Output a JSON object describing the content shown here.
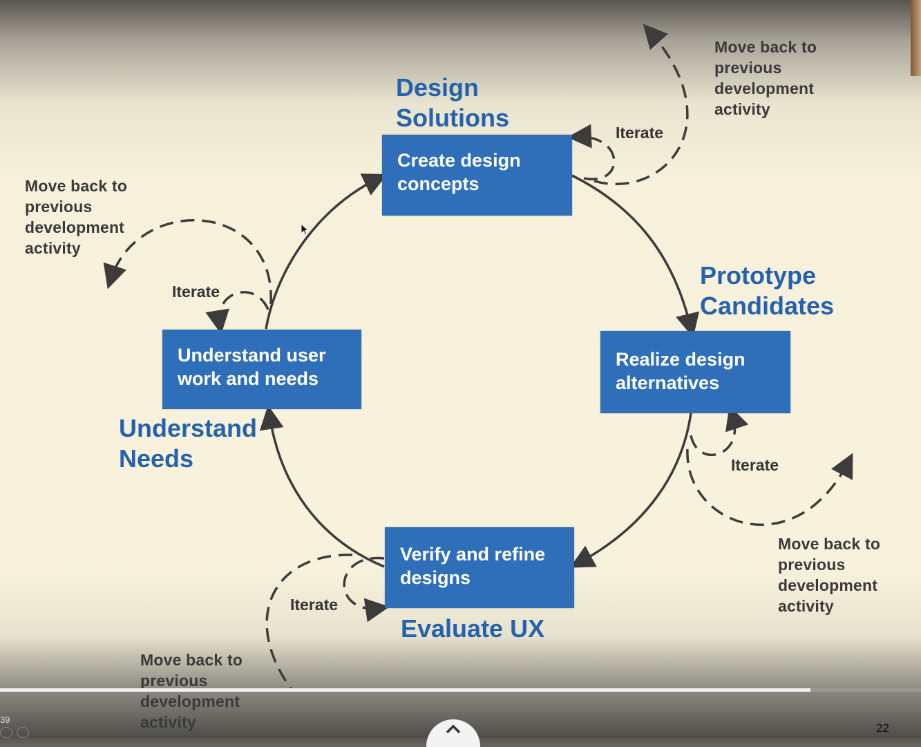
{
  "stages": {
    "design": "Design Solutions",
    "design_l1": "Design",
    "design_l2": "Solutions",
    "prototype_l1": "Prototype",
    "prototype_l2": "Candidates",
    "understand_l1": "Understand",
    "understand_l2": "Needs",
    "evaluate": "Evaluate UX"
  },
  "boxes": {
    "create_l1": "Create design",
    "create_l2": "concepts",
    "realize_l1": "Realize design",
    "realize_l2": "alternatives",
    "verify_l1": "Verify and refine",
    "verify_l2": "designs",
    "understand_l1": "Understand user",
    "understand_l2": "work and needs"
  },
  "iterate_label": "Iterate",
  "move_back": {
    "l1": "Move back to",
    "l2": "previous",
    "l3": "development",
    "l4": "activity"
  },
  "player": {
    "time_fragment": "39",
    "page_number": "22",
    "progress": 0.88
  },
  "colors": {
    "box_blue": "#2f6fb9",
    "stage_blue": "#2462ad",
    "arrow": "#3d3c3a",
    "background": "#f7f1dc"
  }
}
